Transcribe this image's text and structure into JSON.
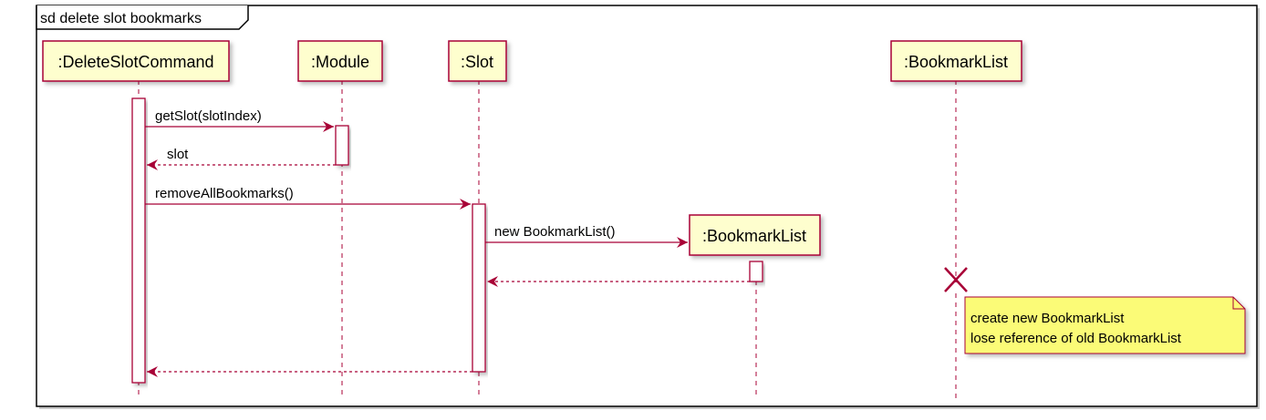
{
  "frame": {
    "label": "sd delete slot bookmarks"
  },
  "participants": {
    "delete_slot_command": ":DeleteSlotCommand",
    "module": ":Module",
    "slot": ":Slot",
    "old_bookmark_list": ":BookmarkList",
    "new_bookmark_list": ":BookmarkList"
  },
  "messages": {
    "get_slot": "getSlot(slotIndex)",
    "get_slot_return": "slot",
    "remove_all_bookmarks": "removeAllBookmarks()",
    "new_bookmark_list": "new BookmarkList()"
  },
  "note": {
    "lines": [
      "create new BookmarkList",
      "lose reference of old BookmarkList"
    ]
  },
  "colors": {
    "line": "#A80036",
    "participant_fill": "#FEFECE",
    "note_fill": "#FBFB77",
    "frame": "#000000",
    "shadow": "#C0C0C0"
  }
}
